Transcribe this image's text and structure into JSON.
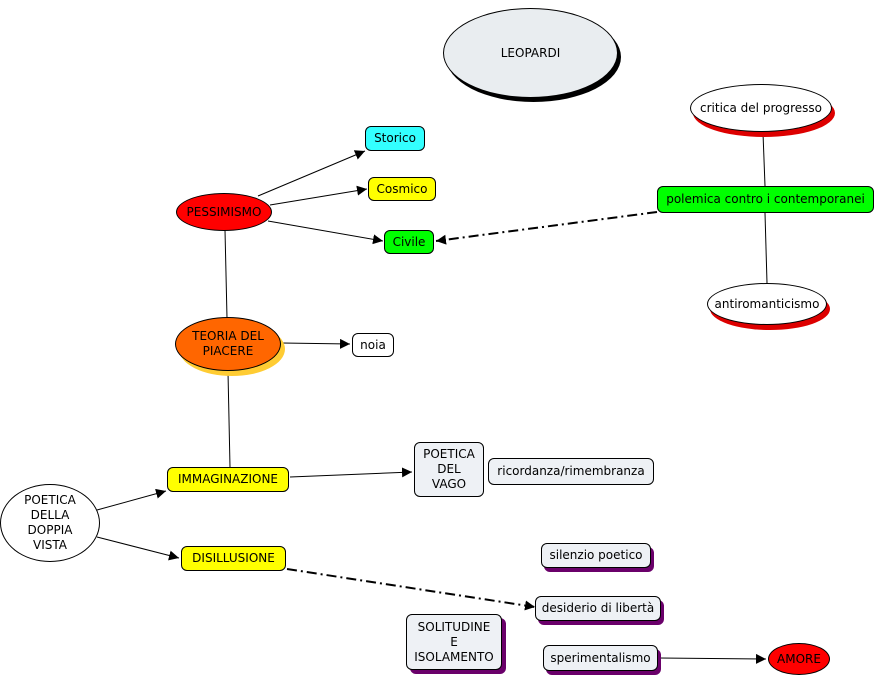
{
  "title": "LEOPARDI",
  "colors": {
    "cyan": "#33ffff",
    "yellow": "#ffff00",
    "green": "#00ff00",
    "red": "#ff0000",
    "orange": "#ff6600",
    "orange_shadow": "#ffcc33",
    "light": "#eef1f5",
    "ellipse_light": "#e9edf0",
    "red_shadow": "#dd0000",
    "purple_shadow": "#6a006a"
  },
  "nodes": {
    "leopardi": "LEOPARDI",
    "storico": "Storico",
    "cosmico": "Cosmico",
    "civile": "Civile",
    "pessimismo": "PESSIMISMO",
    "teoria": "TEORIA DEL\nPIACERE",
    "noia": "noia",
    "immaginazione": "IMMAGINAZIONE",
    "poetica_vago": "POETICA\nDEL\nVAGO",
    "ricordanza": "ricordanza/rimembranza",
    "doppia_vista": "POETICA\nDELLA\nDOPPIA\nVISTA",
    "disillusione": "DISILLUSIONE",
    "silenzio": "silenzio poetico",
    "desiderio": "desiderio di libertà",
    "solitudine": "SOLITUDINE\nE\nISOLAMENTO",
    "sperimentalismo": "sperimentalismo",
    "amore": "AMORE",
    "critica": "critica del progresso",
    "polemica": "polemica contro i contemporanei",
    "antiromanticismo": "antiromanticismo"
  }
}
